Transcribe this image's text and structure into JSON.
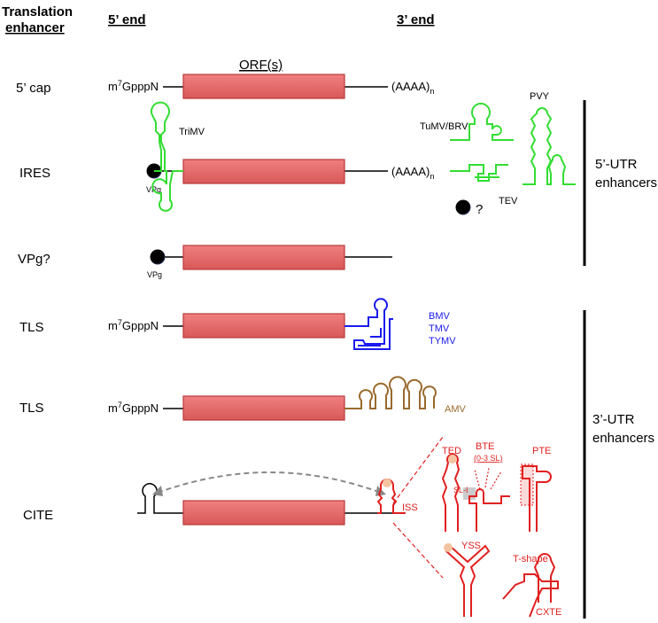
{
  "headers": {
    "enhancer_line1": "Translation",
    "enhancer_line2": "enhancer",
    "five_prime": "5’ end",
    "three_prime": "3’ end",
    "orf": "ORF(s)"
  },
  "rows": [
    {
      "label": "5’ cap",
      "cap": "m7GpppN",
      "tail": "(AAAA)n"
    },
    {
      "label": "IRES",
      "tail": "(AAAA)n",
      "vpg": "VPg"
    },
    {
      "label": "VPg?",
      "vpg": "VPg"
    },
    {
      "label": "TLS",
      "cap": "m7GpppN"
    },
    {
      "label": "TLS",
      "cap": "m7GpppN"
    },
    {
      "label": "CITE"
    }
  ],
  "virus_labels": {
    "trimv": "TriMV",
    "tumv": "TuMV/BRV",
    "pvy": "PVY",
    "tev": "TEV",
    "question": "?",
    "bmv": "BMV",
    "tmv": "TMV",
    "tymv": "TYMV",
    "amv": "AMV",
    "iss": "ISS",
    "ted": "TED",
    "bte": "BTE",
    "bte_sub": "(0-3 SL)",
    "sl1": "SL-I",
    "pte": "PTE",
    "yss": "YSS",
    "tshape": "T-shape",
    "cxte": "CXTE"
  },
  "groups": {
    "utr5_line1": "5’-UTR",
    "utr5_line2": "enhancers",
    "utr3_line1": "3’-UTR",
    "utr3_line2": "enhancers"
  },
  "colors": {
    "orf_fill": "#e46a6a",
    "orf_stroke": "#b83a3a",
    "ires": "#33dd33",
    "tls_blue": "#1a1aee",
    "amv_brown": "#9a6a2e",
    "cite_red": "#e02020"
  }
}
